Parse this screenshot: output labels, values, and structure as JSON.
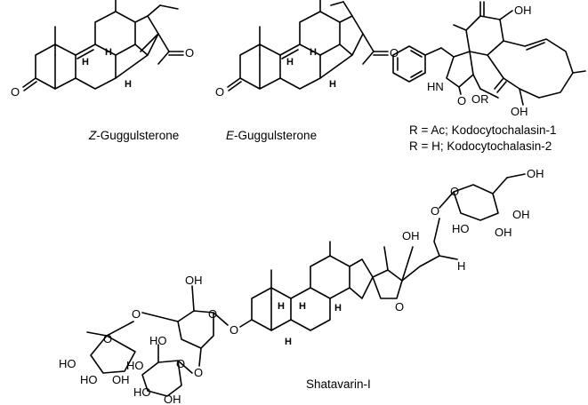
{
  "compounds": {
    "z_guggulsterone": {
      "prefix": "Z",
      "name": "-Guggulsterone"
    },
    "e_guggulsterone": {
      "prefix": "E",
      "name": "-Guggulsterone"
    },
    "kodocytochalasin": {
      "line1": "R = Ac; Kodocytochalasin-1",
      "line2": "R = H;   Kodocytochalasin-2"
    },
    "shatavarin": {
      "name": "Shatavarin-I"
    }
  },
  "atom_labels": {
    "O": "O",
    "H": "H",
    "OH": "OH",
    "HO": "HO",
    "HN": "HN",
    "OR": "OR"
  }
}
